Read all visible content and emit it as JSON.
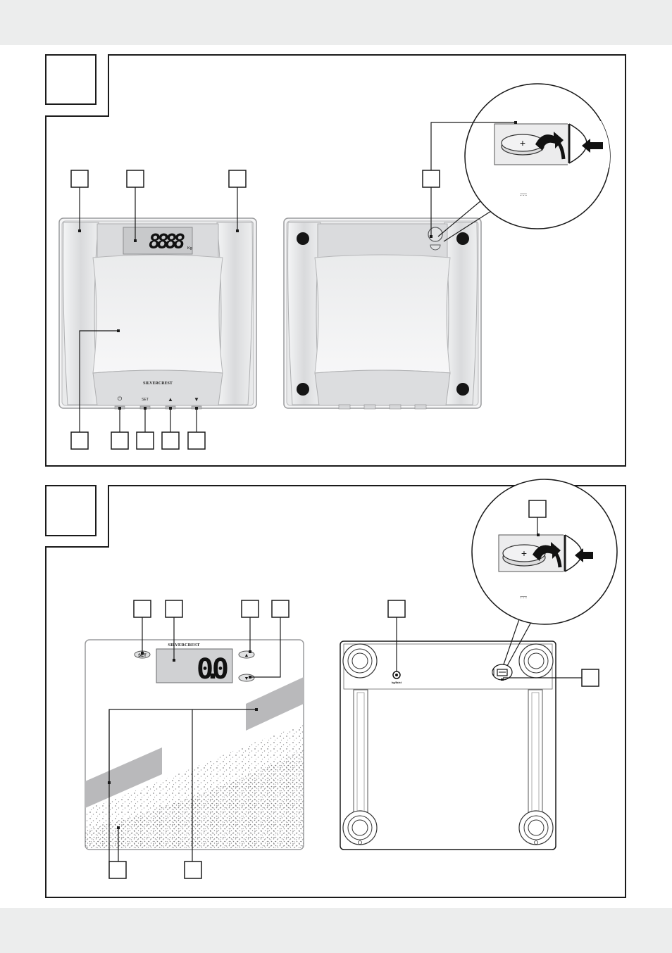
{
  "figure_a": {
    "front_scale": {
      "display_value": "8888",
      "display_unit": "Kg",
      "brand": "SILVERCREST",
      "buttons": [
        {
          "name": "power",
          "label": "⏻"
        },
        {
          "name": "set",
          "label": "SET"
        },
        {
          "name": "up",
          "label": "▲"
        },
        {
          "name": "down",
          "label": "▼"
        }
      ]
    },
    "battery_inset": {
      "battery_symbol": "+",
      "dc_symbol": "⎓"
    }
  },
  "figure_b": {
    "front_scale": {
      "brand": "SILVERCREST",
      "display_value": "0.0",
      "button_set": "SET",
      "button_up": "▲",
      "button_down": "▼"
    },
    "back_scale": {
      "switch_label": "kg/lb/st"
    },
    "battery_inset": {
      "battery_symbol": "+",
      "dc_symbol": "⎓"
    }
  },
  "colors": {
    "line": "#1a1a1a",
    "scale_gray": "#e4e5e7",
    "panel_gray": "#c9cacc",
    "band_gray": "#eceded",
    "pattern_gray": "#b9b9bb"
  }
}
